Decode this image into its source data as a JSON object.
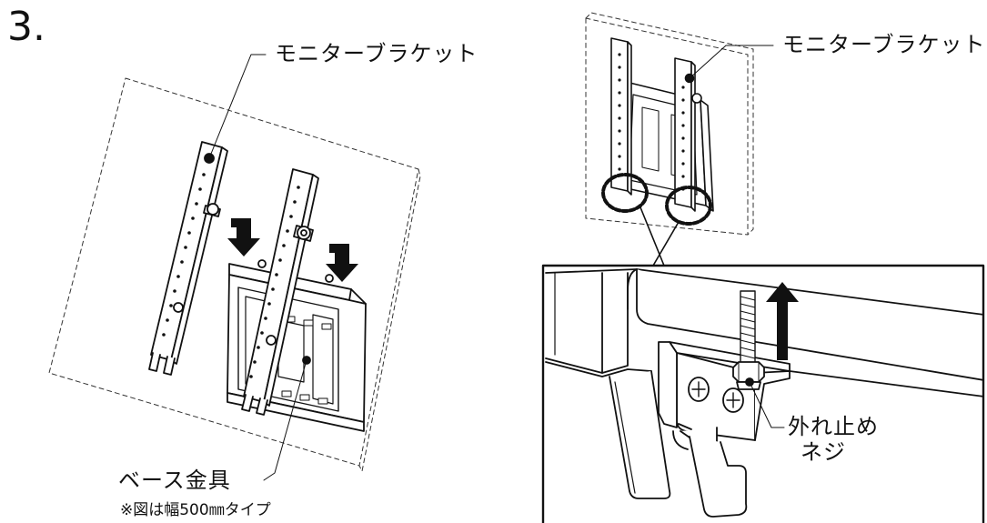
{
  "step_number": "3.",
  "left_figure": {
    "bracket_label": "モニターブラケット",
    "base_label": "ベース金具",
    "note": "※図は幅500㎜タイプ"
  },
  "right_figure": {
    "bracket_label": "モニターブラケット",
    "screw_label": {
      "line1": "外れ止め",
      "line2": "ネジ"
    }
  }
}
